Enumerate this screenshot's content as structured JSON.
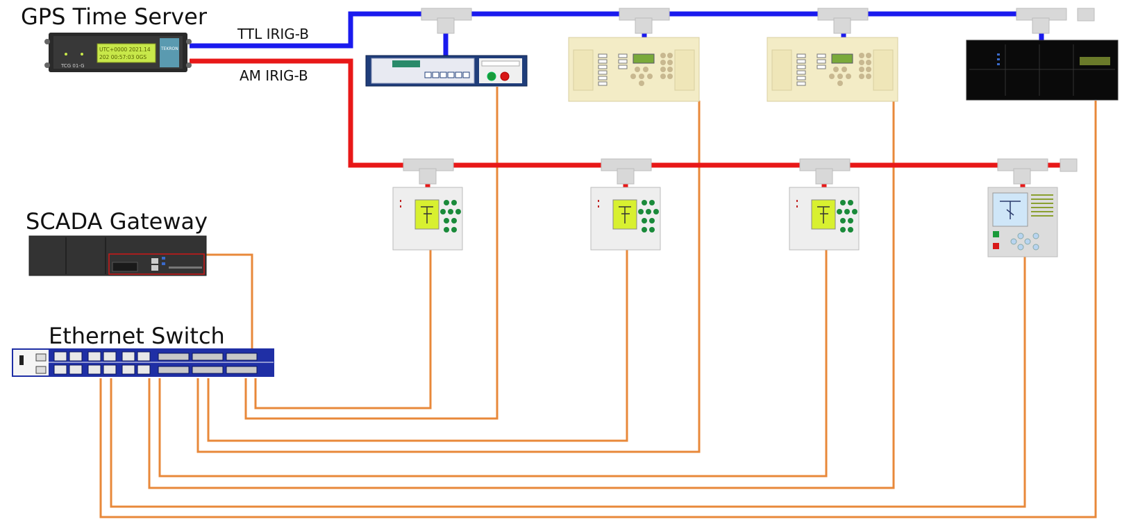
{
  "labels": {
    "gps_time_server": "GPS Time Server",
    "ttl_irig_b": "TTL IRIG-B",
    "am_irig_b": "AM IRIG-B",
    "scada_gateway": "SCADA Gateway",
    "ethernet_switch": "Ethernet Switch"
  },
  "gps_device": {
    "display_line1": "UTC+0000 2021.14",
    "display_line2": "202 00:57:03 0GS",
    "model": "TCG 01-G",
    "brand": "TEKRON"
  },
  "colors": {
    "ttl_bus": "#1a1aee",
    "am_bus": "#e81818",
    "ethernet": "#e8883a",
    "tee": "#d8d8d8",
    "switch_body": "#1f2fa5",
    "gateway_body": "#333333",
    "lcd": "#c8e84a"
  }
}
